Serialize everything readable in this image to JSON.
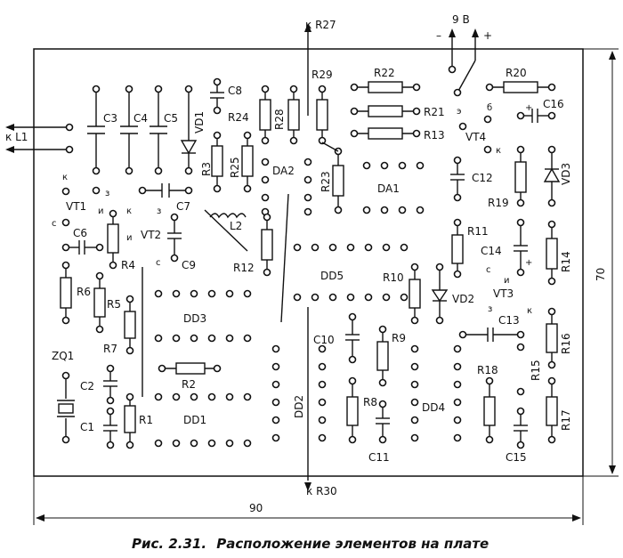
{
  "caption": {
    "prefix": "Рис. 2.31.",
    "text": "Расположение элементов на плате"
  },
  "dimensions": {
    "width": "90",
    "height": "70"
  },
  "connectors": {
    "power": "9 В",
    "minus": "–",
    "plus": "+",
    "r27": "к R27",
    "r30": "к R30",
    "l1": "к L1"
  },
  "labels": {
    "C3": "C3",
    "C4": "C4",
    "C5": "C5",
    "VD1": "VD1",
    "C8": "C8",
    "R24": "R24",
    "R28": "R28",
    "R29": "R29",
    "R22": "R22",
    "R21": "R21",
    "R13": "R13",
    "R20": "R20",
    "C16": "C16",
    "VT4": "VT4",
    "VD3": "VD3",
    "R3": "R3",
    "R25": "R25",
    "DA2": "DA2",
    "R23": "R23",
    "DA1": "DA1",
    "C12": "C12",
    "R19": "R19",
    "VT1": "VT1",
    "C7": "C7",
    "L2": "L2",
    "C6": "C6",
    "VT2": "VT2",
    "R4": "R4",
    "C9": "C9",
    "R12": "R12",
    "R11": "R11",
    "C14": "C14",
    "R14": "R14",
    "R6": "R6",
    "R5": "R5",
    "DD5": "DD5",
    "R10": "R10",
    "VD2": "VD2",
    "VT3": "VT3",
    "R7": "R7",
    "DD3": "DD3",
    "C13": "C13",
    "C10": "C10",
    "R9": "R9",
    "R16": "R16",
    "ZQ1": "ZQ1",
    "R2": "R2",
    "DD2": "DD2",
    "R18": "R18",
    "R15": "R15",
    "C2": "C2",
    "R8": "R8",
    "DD4": "DD4",
    "R17": "R17",
    "C1": "C1",
    "R1": "R1",
    "DD1": "DD1",
    "C11": "C11",
    "C15": "C15"
  },
  "pins": {
    "k": "к",
    "e": "э",
    "b": "б",
    "z": "з",
    "i": "и",
    "s": "с"
  }
}
